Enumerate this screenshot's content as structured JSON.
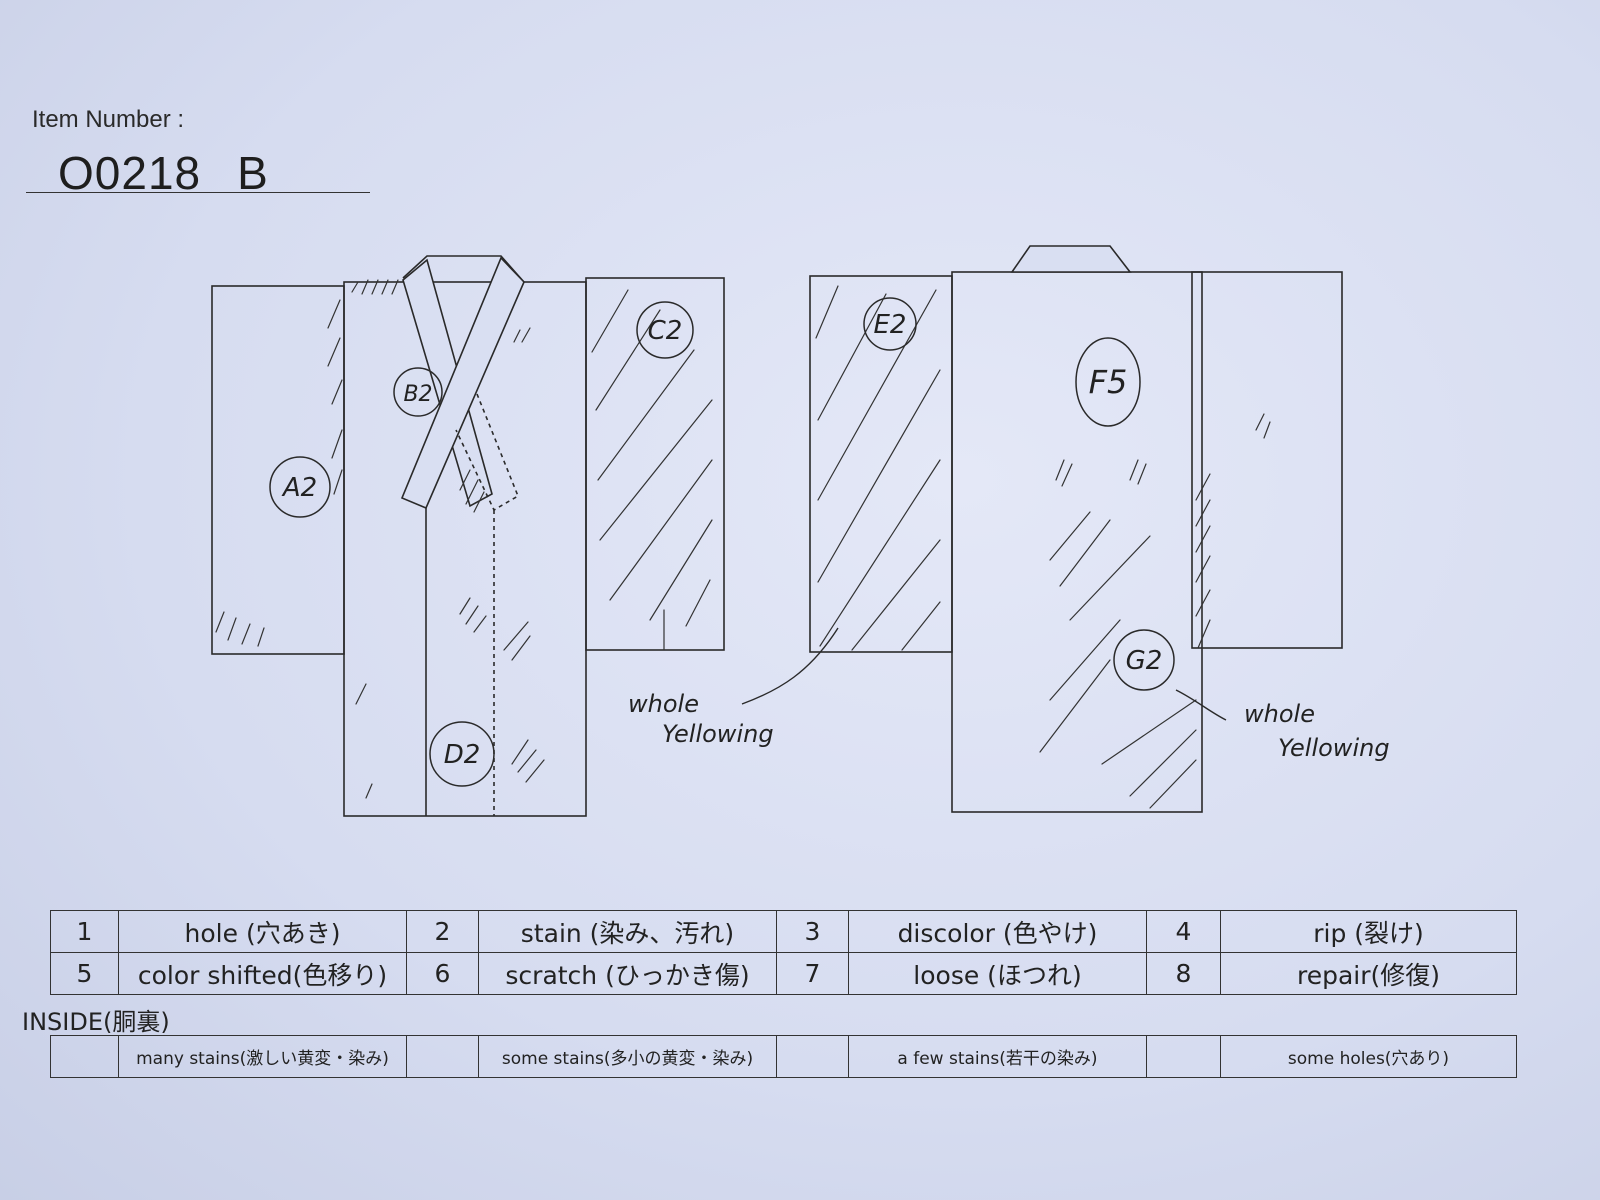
{
  "header": {
    "label": "Item Number :",
    "number": "O0218",
    "suffix": "B"
  },
  "diagram": {
    "front_marks": [
      "A2",
      "B2",
      "C2",
      "D2"
    ],
    "back_marks": [
      "E2",
      "F5",
      "G2"
    ],
    "note_front": {
      "line1": "whole",
      "line2": "Yellowing"
    },
    "note_back": {
      "line1": "whole",
      "line2": "Yellowing"
    }
  },
  "legend": [
    {
      "num": "1",
      "label": "hole (穴あき)"
    },
    {
      "num": "2",
      "label": "stain (染み、汚れ)"
    },
    {
      "num": "3",
      "label": "discolor (色やけ)"
    },
    {
      "num": "4",
      "label": "rip (裂け)"
    },
    {
      "num": "5",
      "label": "color shifted(色移り)"
    },
    {
      "num": "6",
      "label": "scratch (ひっかき傷)"
    },
    {
      "num": "7",
      "label": "loose (ほつれ)"
    },
    {
      "num": "8",
      "label": "repair(修復)"
    }
  ],
  "inside": {
    "title": "INSIDE(胴裏)",
    "options": [
      "many stains(激しい黄変・染み)",
      "some stains(多小の黄変・染み)",
      "a few stains(若干の染み)",
      "some holes(穴あり)"
    ]
  }
}
